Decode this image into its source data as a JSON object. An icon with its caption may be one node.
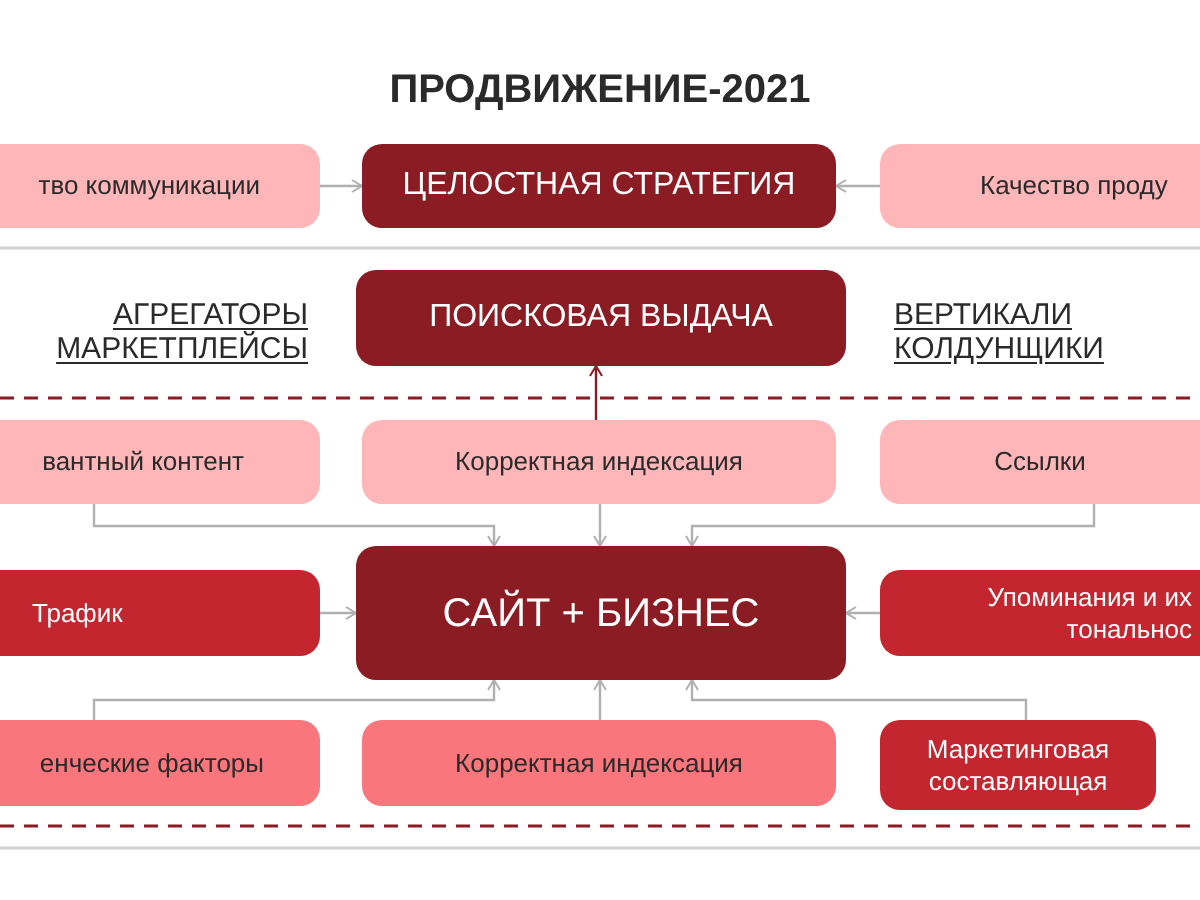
{
  "diagram": {
    "title": "ПРОДВИЖЕНИЕ-2021",
    "nodes": [
      {
        "text": [
          "тво коммуникации"
        ]
      },
      {
        "text": [
          "ЦЕЛОСТНАЯ СТРАТЕГИЯ"
        ]
      },
      {
        "text": [
          "Качество проду"
        ]
      },
      {
        "text": [
          "ПОИСКОВАЯ ВЫДАЧА"
        ]
      },
      {
        "text": [
          "вантный контент"
        ]
      },
      {
        "text": [
          "Корректная индексация"
        ]
      },
      {
        "text": [
          "Ссылки"
        ]
      },
      {
        "text": [
          "Трафик"
        ]
      },
      {
        "text": [
          "САЙТ + БИЗНЕС"
        ]
      },
      {
        "text": [
          "Упоминания и их тональнос"
        ]
      },
      {
        "text": [
          "енческие факторы"
        ]
      },
      {
        "text": [
          "Корректная индексация"
        ]
      },
      {
        "text": [
          "Маркетинговая составляющая"
        ]
      }
    ],
    "edges": [
      {
        "from": 0,
        "to": 1,
        "arrow": "to"
      },
      {
        "from": 2,
        "to": 1,
        "arrow": "to"
      },
      {
        "from": 5,
        "to": 3,
        "arrow": "to",
        "color": "#8b1c24"
      },
      {
        "from": 4,
        "to": 8,
        "arrow": "to"
      },
      {
        "from": 5,
        "to": 8,
        "arrow": "to"
      },
      {
        "from": 6,
        "to": 8,
        "arrow": "to"
      },
      {
        "from": 7,
        "to": 8,
        "arrow": "to"
      },
      {
        "from": 9,
        "to": 8,
        "arrow": "to"
      },
      {
        "from": 10,
        "to": 8,
        "arrow": "to"
      },
      {
        "from": 11,
        "to": 8,
        "arrow": "to"
      },
      {
        "from": 12,
        "to": 8,
        "arrow": "to"
      }
    ],
    "labels": [
      "АГРЕГАТОРЫ",
      "МАРКЕТПЛЕЙСЫ",
      "ВЕРТИКАЛИ",
      "КОЛДУНЩИКИ"
    ]
  }
}
